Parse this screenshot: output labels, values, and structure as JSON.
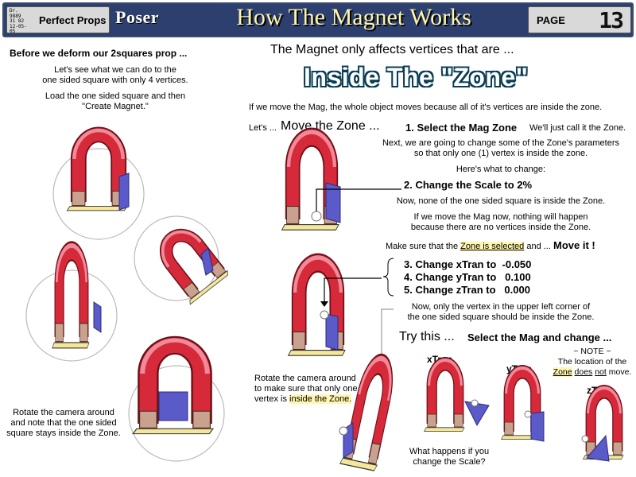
{
  "header": {
    "meta_small": [
      "Dr.",
      "9889",
      "31 82",
      "12-05-05"
    ],
    "product": "Perfect Props",
    "logo": "Poser",
    "title": "How The Magnet Works",
    "page_label": "PAGE",
    "page_number": "13"
  },
  "left": {
    "heading": "Before we deform our 2squares prop ...",
    "intro_line1": "Let's see what we can do to the",
    "intro_line2": "one sided square with only 4 vertices.",
    "load_line1": "Load the one sided square and then",
    "load_line2": "\"Create Magnet.\"",
    "rotate_line1": "Rotate the camera around",
    "rotate_line2": "and note that the one sided",
    "rotate_line3": "square stays inside the Zone."
  },
  "right": {
    "heading": "The Magnet only affects vertices that are ...",
    "zone_title": "Inside The \"Zone\"",
    "move_note": "If we move the Mag, the whole object moves because all of it's vertices are inside the zone.",
    "lets": "Let's ...",
    "move_zone": "Move the Zone ...",
    "step1": "1. Select the Mag Zone",
    "step1_note": "We'll just call it the Zone.",
    "next_line1": "Next, we are going to change some of the Zone's parameters",
    "next_line2": "so that only one (1) vertex is inside the zone.",
    "heres": "Here's what to change:",
    "step2": "2. Change the Scale to 2%",
    "none_line": "Now, none of the one sided square is inside the Zone.",
    "if_line1": "If we move the Mag now, nothing will happen",
    "if_line2": "because there are no vertices inside the Zone.",
    "make_sure_pre": "Make sure that the",
    "zone_selected": "Zone is selected",
    "make_sure_mid": "and ...",
    "move_it": "Move it !",
    "step3": "3. Change xTran to  -0.050",
    "step4": "4. Change yTran to   0.100",
    "step5": "5. Change zTran to   0.000",
    "only_line1": "Now, only the vertex in the upper left corner of",
    "only_line2": "the one sided square should be inside the Zone.",
    "try_this": "Try this ...",
    "select_change": "Select the Mag and change ...",
    "rotate2_line1": "Rotate the camera around",
    "rotate2_line2": "to make sure that only one",
    "rotate2_line3_pre": "vertex is",
    "rotate2_inside": "inside the Zone.",
    "xtran": "xTran",
    "ytran": "yTran",
    "ztran": "zTran",
    "note_title": "~ NOTE ~",
    "note_line1": "The location of the",
    "note_zone": "Zone",
    "note_does": "does",
    "note_not": "not",
    "note_move": "move.",
    "what_line1": "What happens if you",
    "what_line2": "change the Scale?"
  },
  "colors": {
    "header_bg": "#2c3f6e",
    "title_text": "#fff5a8",
    "magnet_red": "#d62a3a",
    "magnet_pink": "#f08a98",
    "magnet_tip": "#c9a28f",
    "square_blue": "#5a5ac8",
    "base_yellow": "#f5e79a",
    "zone_accent": "#0f7fb5"
  }
}
